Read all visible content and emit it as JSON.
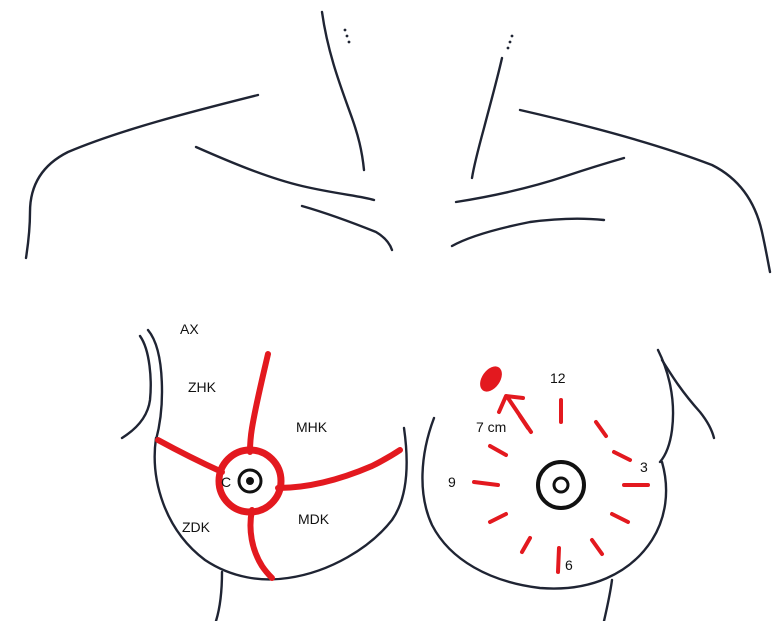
{
  "colors": {
    "outline": "#1f2433",
    "marking": "#e3191f"
  },
  "left_breast": {
    "labels": {
      "axilla": "AX",
      "upper_outer": "ZHK",
      "upper_inner": "MHK",
      "lower_outer": "ZDK",
      "lower_inner": "MDK",
      "center": "C"
    }
  },
  "right_breast": {
    "clock": {
      "twelve": "12",
      "three": "3",
      "six": "6",
      "nine": "9"
    },
    "distance": "7 cm"
  }
}
